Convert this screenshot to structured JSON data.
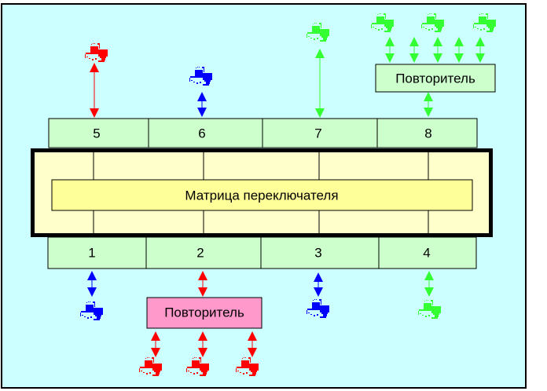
{
  "diagram": {
    "matrix_label": "Матрица переключателя",
    "top_ports": [
      "5",
      "6",
      "7",
      "8"
    ],
    "bottom_ports": [
      "1",
      "2",
      "3",
      "4"
    ],
    "repeater_top_label": "Повторитель",
    "repeater_bottom_label": "Повторитель"
  },
  "colors": {
    "background": "#ccffff",
    "port_fill": "#ccffcc",
    "matrix_fill": "#ffffcc",
    "matrix_inner_fill": "#ffff99",
    "repeater_top_fill": "#ccffcc",
    "repeater_bottom_fill": "#ff99cc",
    "red": "#ff0000",
    "blue": "#0000ff",
    "green": "#33ff33"
  },
  "icons": [
    "computer-icon",
    "double-arrow-icon"
  ]
}
